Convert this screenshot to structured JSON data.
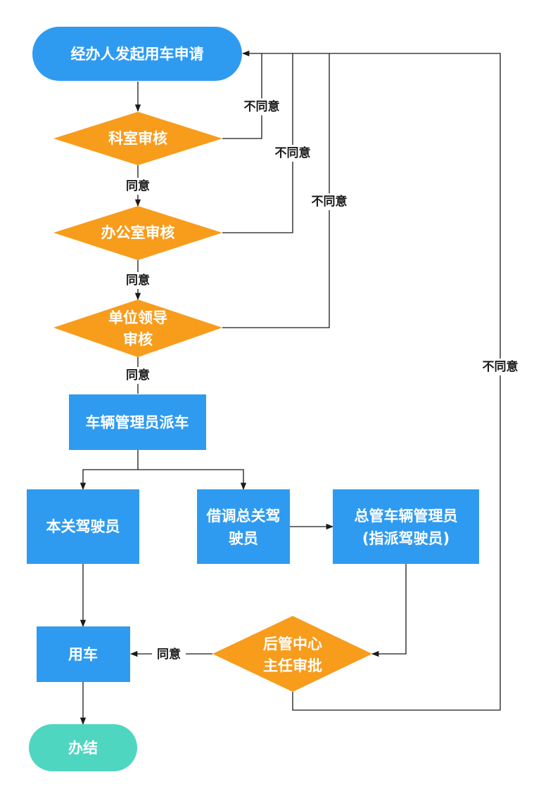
{
  "colors": {
    "process": "#2f9bf0",
    "decision": "#f89c1c",
    "start": "#2f9bf0",
    "end": "#4fd6c0",
    "line": "#1a1a1a"
  },
  "nodes": {
    "start": {
      "label": "经办人发起用车申请",
      "shape": "terminator"
    },
    "dept_review": {
      "label": "科室审核",
      "shape": "decision"
    },
    "office_review": {
      "label": "办公室审核",
      "shape": "decision"
    },
    "leader_review": {
      "label": [
        "单位领导",
        "审核"
      ],
      "shape": "decision"
    },
    "dispatch": {
      "label": "车辆管理员派车",
      "shape": "process"
    },
    "own_driver": {
      "label": "本关驾驶员",
      "shape": "process"
    },
    "borrow_driver": {
      "label": [
        "借调总关驾",
        "驶员"
      ],
      "shape": "process"
    },
    "general_manager": {
      "label": [
        "总管车辆管理员",
        "(指派驾驶员)"
      ],
      "shape": "process"
    },
    "center_approval": {
      "label": [
        "后管中心",
        "主任审批"
      ],
      "shape": "decision"
    },
    "use_car": {
      "label": "用车",
      "shape": "process"
    },
    "end": {
      "label": "办结",
      "shape": "terminator"
    }
  },
  "edge_labels": {
    "agree": "同意",
    "disagree": "不同意"
  },
  "edges": [
    {
      "from": "start",
      "to": "dept_review",
      "label": ""
    },
    {
      "from": "dept_review",
      "to": "office_review",
      "label": "同意"
    },
    {
      "from": "dept_review",
      "to": "start",
      "label": "不同意"
    },
    {
      "from": "office_review",
      "to": "leader_review",
      "label": "同意"
    },
    {
      "from": "office_review",
      "to": "start",
      "label": "不同意"
    },
    {
      "from": "leader_review",
      "to": "dispatch",
      "label": "同意"
    },
    {
      "from": "leader_review",
      "to": "start",
      "label": "不同意"
    },
    {
      "from": "dispatch",
      "to": "own_driver",
      "label": ""
    },
    {
      "from": "dispatch",
      "to": "borrow_driver",
      "label": ""
    },
    {
      "from": "borrow_driver",
      "to": "general_manager",
      "label": ""
    },
    {
      "from": "general_manager",
      "to": "center_approval",
      "label": ""
    },
    {
      "from": "center_approval",
      "to": "use_car",
      "label": "同意"
    },
    {
      "from": "center_approval",
      "to": "start",
      "label": "不同意"
    },
    {
      "from": "own_driver",
      "to": "use_car",
      "label": ""
    },
    {
      "from": "use_car",
      "to": "end",
      "label": ""
    }
  ]
}
